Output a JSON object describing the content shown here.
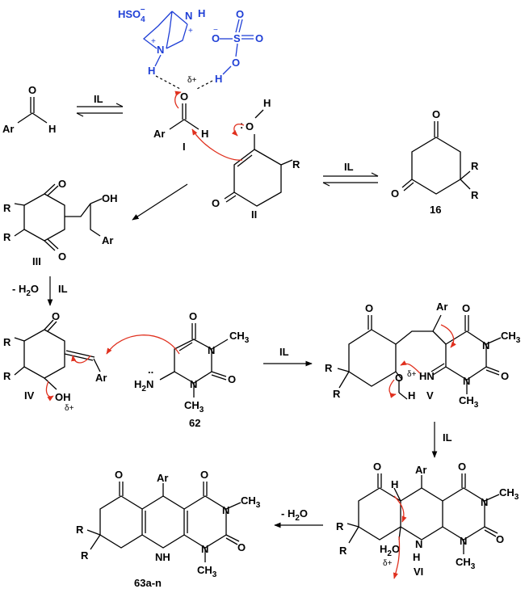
{
  "colors": {
    "catalyst": "#1f3fd6",
    "electron_arrow": "#e0301e",
    "structure": "#000000"
  },
  "catalyst": {
    "hso4": "HSO",
    "hso4_sub": "4",
    "hso4_sup": "−",
    "n_top": "N",
    "h_top": "H",
    "plus_top": "+",
    "n_left": "N",
    "plus_left": "+",
    "h_left": "H",
    "o_minus": "O",
    "minus": "−",
    "s": "S",
    "o_eq1": "O",
    "o_eq2": "O",
    "oh_o": "O",
    "oh_h": "H",
    "delta": "δ+"
  },
  "aldehyde": {
    "ar": "Ar",
    "h": "H",
    "o": "O"
  },
  "intermediate_I": {
    "label": "I",
    "ar": "Ar",
    "h": "H",
    "o": "O"
  },
  "compound_II": {
    "label": "II",
    "o": "O",
    "oh_o": "O",
    "oh_h": "H",
    "r": "R",
    "lone_pair": ":"
  },
  "compound_16": {
    "label": "16",
    "o1": "O",
    "o2": "O",
    "r1": "R",
    "r2": "R"
  },
  "compound_III": {
    "label": "III",
    "o1": "O",
    "o2": "O",
    "oh": "OH",
    "ar": "Ar",
    "r1": "R",
    "r2": "R"
  },
  "compound_IV": {
    "label": "IV",
    "o": "O",
    "oh": "OH",
    "ar": "Ar",
    "r1": "R",
    "r2": "R",
    "delta": "δ+"
  },
  "compound_62": {
    "label": "62",
    "o1": "O",
    "o2": "O",
    "n1": "N",
    "n2": "N",
    "ch3_1": "CH",
    "ch3_2": "CH",
    "sub3": "3",
    "h2n": "H",
    "h2n_sub": "2",
    "h2n_n": "N",
    "lone_pair": ".."
  },
  "compound_V": {
    "label": "V",
    "o1": "O",
    "o2": "O",
    "o3": "O",
    "o4": "O",
    "ar": "Ar",
    "h": "H",
    "hn": "HN",
    "n1": "N",
    "n2": "N",
    "ch3_1": "CH",
    "ch3_2": "CH",
    "sub3": "3",
    "r1": "R",
    "r2": "R",
    "delta": "δ+"
  },
  "compound_VI": {
    "label": "VI",
    "o1": "O",
    "o2": "O",
    "o3": "O",
    "ar": "Ar",
    "h": "H",
    "nh": "N",
    "nh_h": "H",
    "n1": "N",
    "n2": "N",
    "ch3_1": "CH",
    "ch3_2": "CH",
    "sub3": "3",
    "r1": "R",
    "r2": "R",
    "h2o": "H",
    "h2o_sub": "2",
    "h2o_o": "O",
    "delta": "δ+"
  },
  "product_63": {
    "label": "63a-n",
    "o1": "O",
    "o2": "O",
    "o3": "O",
    "ar": "Ar",
    "nh": "NH",
    "h": "H",
    "n1": "N",
    "n2": "N",
    "ch3_1": "CH",
    "ch3_2": "CH",
    "sub3": "3",
    "r1": "R",
    "r2": "R"
  },
  "arrows": {
    "il_1": "IL",
    "il_2": "IL",
    "il_3": "IL",
    "il_4": "IL",
    "il_5": "IL",
    "minus_h2o_1": "- H",
    "minus_h2o_1_sub": "2",
    "minus_h2o_1_o": "O",
    "minus_h2o_2": "- H",
    "minus_h2o_2_sub": "2",
    "minus_h2o_2_o": "O"
  }
}
